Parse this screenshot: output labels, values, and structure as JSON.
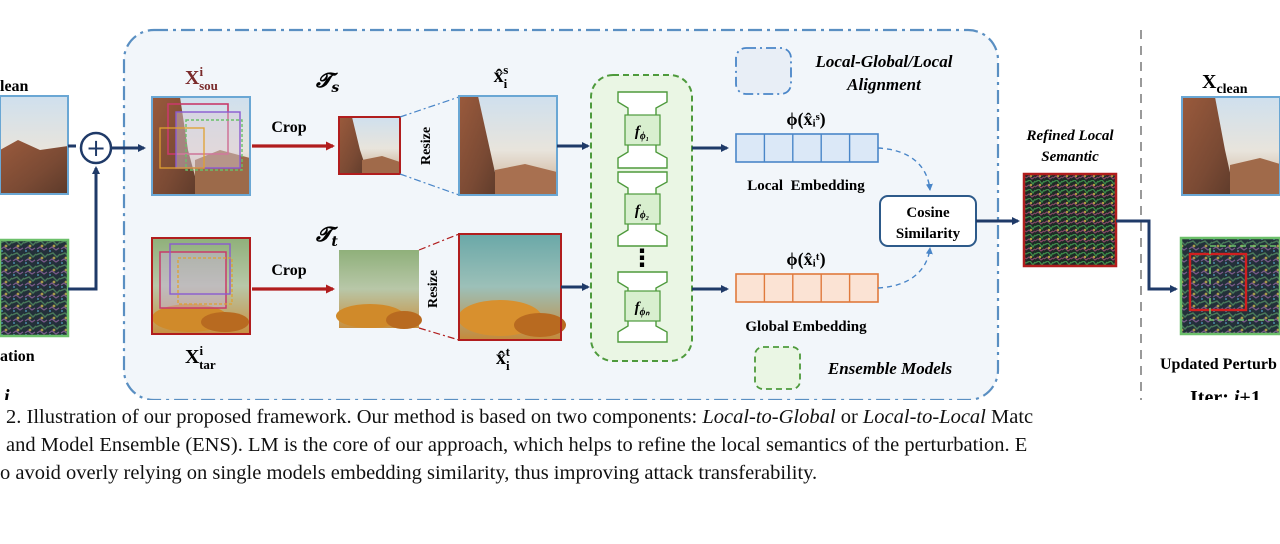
{
  "labels": {
    "x_sou": "X",
    "x_sou_sup": "i",
    "x_sou_sub": "sou",
    "x_tar": "X",
    "x_tar_sup": "i",
    "x_tar_sub": "tar",
    "ts": "𝓣",
    "ts_sub": "s",
    "tt": "𝓣",
    "tt_sub": "t",
    "crop_top": "Crop",
    "crop_bottom": "Crop",
    "resize_top": "Resize",
    "resize_bottom": "Resize",
    "xhat_s": "x̂",
    "xhat_s_sub": "i",
    "xhat_s_sup": "s",
    "xhat_t": "x̂",
    "xhat_t_sub": "i",
    "xhat_t_sup": "t",
    "f1": "f",
    "f1_sub": "ϕ₁",
    "f2": "f",
    "f2_sub": "ϕ₂",
    "fn": "f",
    "fn_sub": "ϕₙ",
    "vdots": "⋮",
    "phi_s": "ϕ(x̂ᵢˢ)",
    "phi_t": "ϕ(x̂ᵢᵗ)",
    "local_embedding": "Local  Embedding",
    "global_embedding": "Global Embedding",
    "legend_alignment_1": "Local-Global/Local",
    "legend_alignment_2": "Alignment",
    "legend_ensemble": "Ensemble Models",
    "cosine_1": "Cosine",
    "cosine_2": "Similarity",
    "refined_1": "Refined Local",
    "refined_2": "Semantic",
    "x_clean": "X",
    "x_clean_sub": "clean",
    "left_clean_partial": "lean",
    "left_pert_partial": "ation",
    "left_iter_partial": "i",
    "updated_pert": "Updated Perturb",
    "iter_next": "Iter: ",
    "iter_next_var": "i",
    "iter_next_plus": "+1",
    "plus": "+"
  },
  "caption": {
    "line1_a": "2. Illustration of our proposed framework. Our method is based on two components: ",
    "line1_b": "Local-to-Global",
    "line1_c": " or ",
    "line1_d": "Local-to-Local",
    "line1_e": " Matc",
    "line2": "and Model Ensemble (ENS). LM is the core of our approach, which helps to refine the local semantics of the perturbation. E",
    "line3": "o avoid overly relying on single models embedding similarity, thus improving attack transferability."
  },
  "colors": {
    "navy_arrow": "#1f3a68",
    "crop_red": "#b11d1d",
    "local_blue": "#4a86c8",
    "local_fill": "#dbe8f7",
    "global_orange": "#e07a3c",
    "global_fill": "#fbe3d4",
    "ensemble_green": "#4e9a3c",
    "ensemble_fill": "#eaf6e4",
    "panel_border": "#5a8fc2",
    "panel_fill": "#f2f6fa"
  }
}
